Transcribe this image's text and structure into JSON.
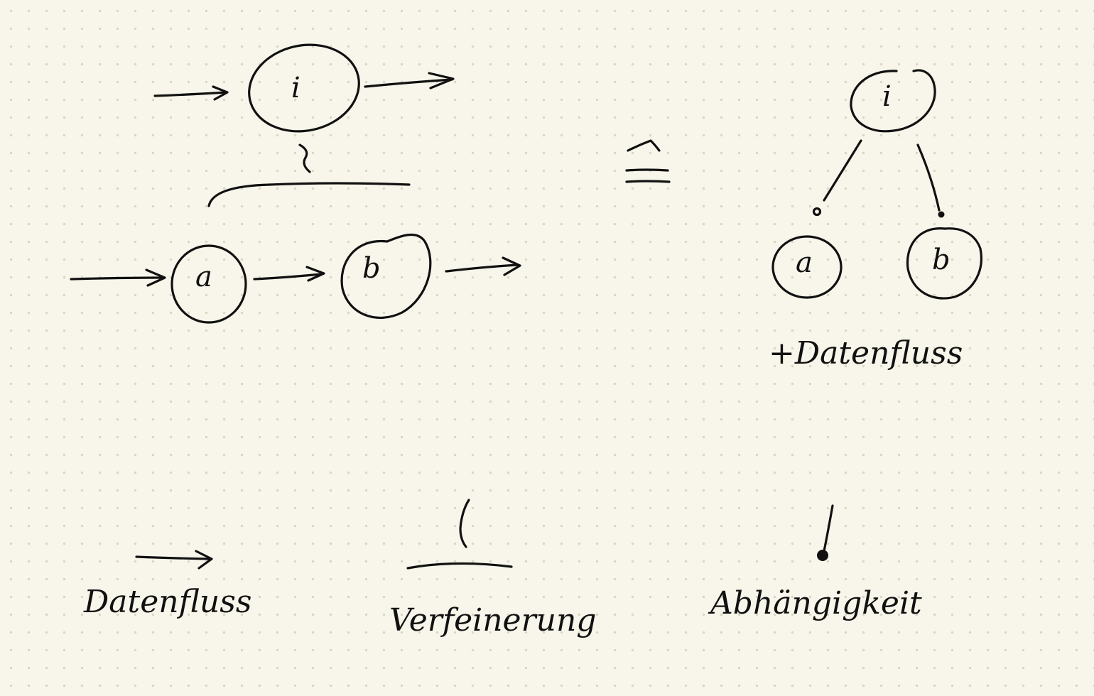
{
  "diagram": {
    "top_left": {
      "node_i": "i",
      "node_a": "a",
      "node_b": "b"
    },
    "equivalence_symbol": "≙",
    "top_right": {
      "node_i": "i",
      "node_a": "a",
      "node_b": "b",
      "caption": "+Datenfluss"
    },
    "legend": {
      "dataflow": "Datenfluss",
      "refinement": "Verfeinerung",
      "dependency": "Abhängigkeit"
    }
  }
}
